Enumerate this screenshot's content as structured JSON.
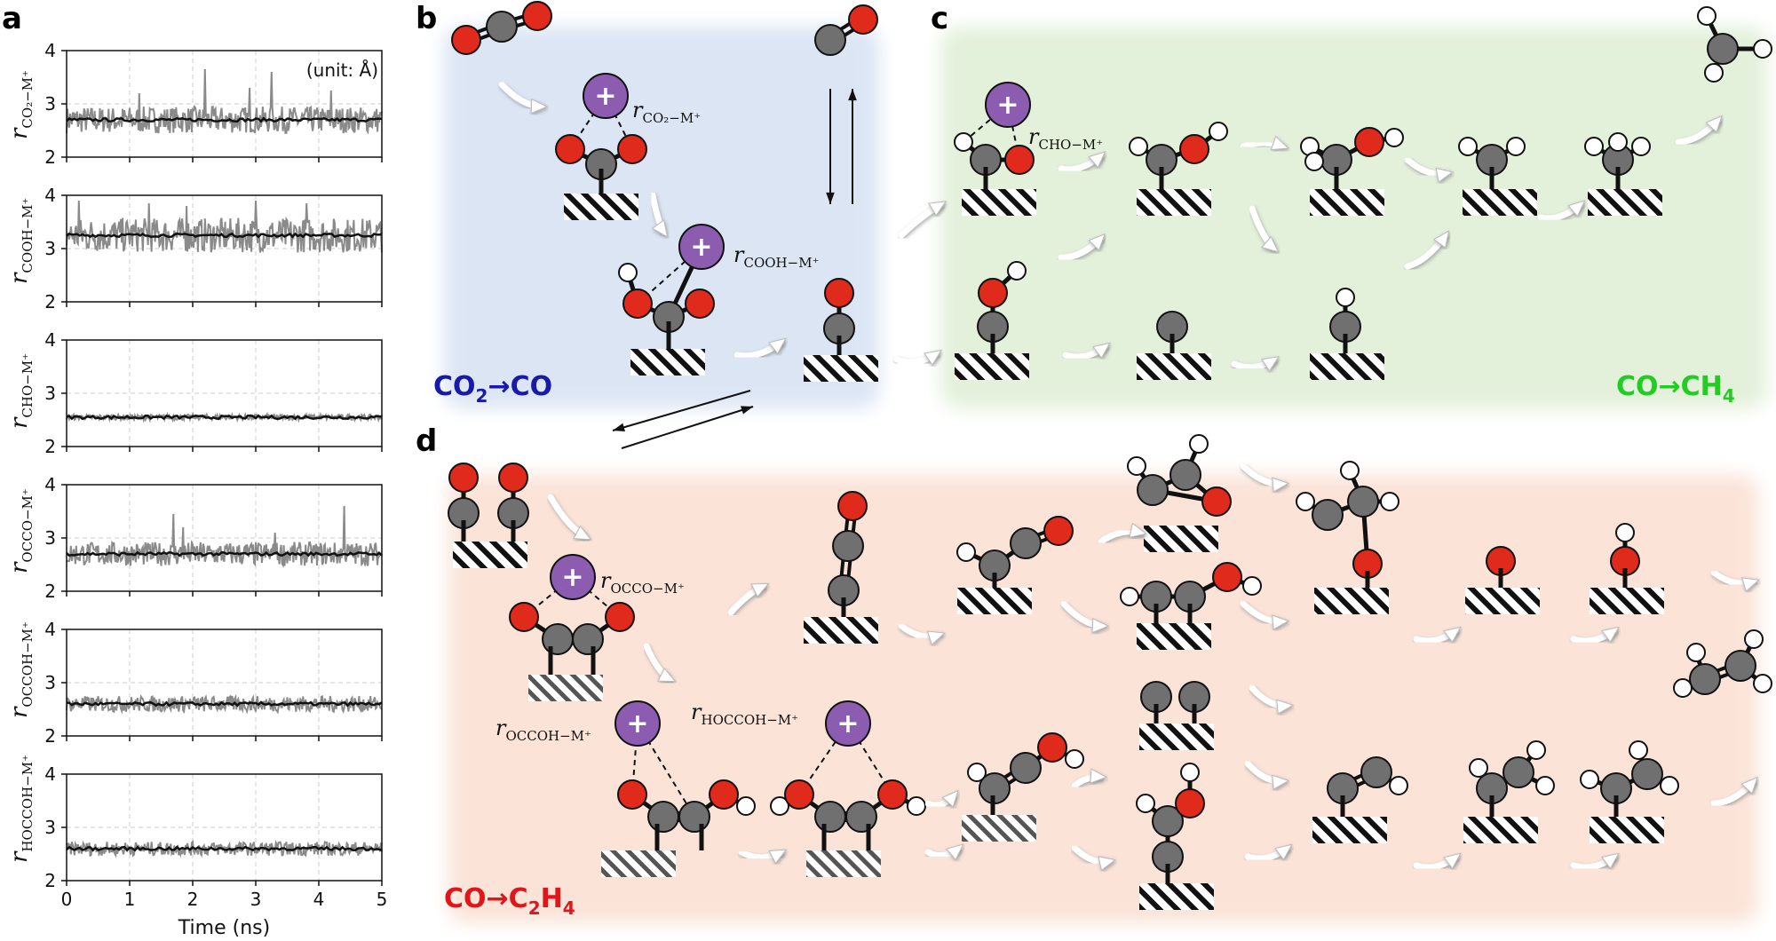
{
  "panel_labels": {
    "a": "a",
    "b": "b",
    "c": "c",
    "d": "d"
  },
  "unit_note": "(unit: Å)",
  "xlabel": "Time (ns)",
  "x_ticks": [
    "0",
    "1",
    "2",
    "3",
    "4",
    "5"
  ],
  "y_ticks": [
    "2",
    "3",
    "4"
  ],
  "colors": {
    "oxygen": "#e02a1b",
    "carbon": "#707070",
    "hydrogen": "#ffffff",
    "cation": "#8c5cb0",
    "region_b": "#dbe5f4",
    "region_c": "#e3f0da",
    "region_d": "#fbe3d8",
    "route_b": "#1a1aaa",
    "route_c": "#22cc22",
    "route_d": "#e0161a",
    "trace_raw": "#8a8a8a",
    "trace_avg": "#111111"
  },
  "chart_data": [
    {
      "type": "line",
      "ylabel_main": "r",
      "ylabel_sub": "CO₂−M⁺",
      "x": [
        0,
        5
      ],
      "ylim": [
        2,
        4
      ],
      "grid": true,
      "series": [
        {
          "values_mean": 2.7,
          "noise_band": [
            2.45,
            2.95
          ],
          "spikes": [
            [
              2.2,
              3.65
            ],
            [
              3.25,
              3.6
            ],
            [
              1.15,
              3.2
            ],
            [
              2.9,
              3.3
            ],
            [
              4.2,
              3.25
            ]
          ]
        }
      ]
    },
    {
      "type": "line",
      "ylabel_main": "r",
      "ylabel_sub": "COOH−M⁺",
      "x": [
        0,
        5
      ],
      "ylim": [
        2,
        4
      ],
      "grid": true,
      "series": [
        {
          "values_mean": 3.25,
          "noise_band": [
            2.95,
            3.6
          ],
          "spikes": [
            [
              0.2,
              3.9
            ],
            [
              1.3,
              3.85
            ],
            [
              3.0,
              3.9
            ],
            [
              3.8,
              3.85
            ],
            [
              1.9,
              3.8
            ]
          ]
        }
      ]
    },
    {
      "type": "line",
      "ylabel_main": "r",
      "ylabel_sub": "CHO−M⁺",
      "x": [
        0,
        5
      ],
      "ylim": [
        2,
        4
      ],
      "grid": true,
      "series": [
        {
          "values_mean": 2.55,
          "noise_band": [
            2.5,
            2.6
          ],
          "spikes": []
        }
      ]
    },
    {
      "type": "line",
      "ylabel_main": "r",
      "ylabel_sub": "OCCO−M⁺",
      "x": [
        0,
        5
      ],
      "ylim": [
        2,
        4
      ],
      "grid": true,
      "series": [
        {
          "values_mean": 2.7,
          "noise_band": [
            2.5,
            2.95
          ],
          "spikes": [
            [
              1.7,
              3.45
            ],
            [
              4.4,
              3.6
            ],
            [
              1.85,
              3.2
            ],
            [
              3.3,
              3.1
            ]
          ]
        }
      ]
    },
    {
      "type": "line",
      "ylabel_main": "r",
      "ylabel_sub": "OCCOH−M⁺",
      "x": [
        0,
        5
      ],
      "ylim": [
        2,
        4
      ],
      "grid": true,
      "series": [
        {
          "values_mean": 2.6,
          "noise_band": [
            2.45,
            2.75
          ],
          "spikes": []
        }
      ]
    },
    {
      "type": "line",
      "ylabel_main": "r",
      "ylabel_sub": "HOCCOH−M⁺",
      "x": [
        0,
        5
      ],
      "ylim": [
        2,
        4
      ],
      "grid": true,
      "series": [
        {
          "values_mean": 2.6,
          "noise_band": [
            2.47,
            2.73
          ],
          "spikes": []
        }
      ]
    }
  ],
  "diagram": {
    "route_b": {
      "main": "CO",
      "sub": "2",
      "arrow": "→CO"
    },
    "route_c": {
      "main": "CO→CH",
      "sub": "4"
    },
    "route_d": {
      "main": "CO→C",
      "sub1": "2",
      "mid": "H",
      "sub2": "4"
    },
    "distance_labels": {
      "co2": {
        "r": "r",
        "sub": "CO₂−M⁺"
      },
      "cooh": {
        "r": "r",
        "sub": "COOH−M⁺"
      },
      "cho": {
        "r": "r",
        "sub": "CHO−M⁺"
      },
      "occo": {
        "r": "r",
        "sub": "OCCO−M⁺"
      },
      "occoh": {
        "r": "r",
        "sub": "OCCOH−M⁺"
      },
      "hoccoh": {
        "r": "r",
        "sub": "HOCCOH−M⁺"
      }
    },
    "cation_symbol": "+"
  }
}
